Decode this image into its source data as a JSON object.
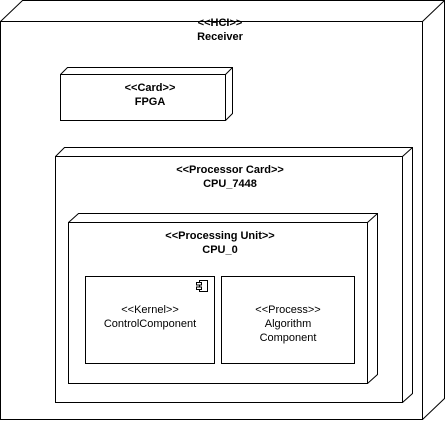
{
  "receiver": {
    "stereotype": "<<HCI>>",
    "name": "Receiver"
  },
  "fpga": {
    "stereotype": "<<Card>>",
    "name": "FPGA"
  },
  "cpu_card": {
    "stereotype": "<<Processor Card>>",
    "name": "CPU_7448"
  },
  "processing_unit": {
    "stereotype": "<<Processing Unit>>",
    "name": "CPU_0"
  },
  "kernel_component": {
    "stereotype": "<<Kernel>>",
    "name": "ControlComponent",
    "icon": "component-icon"
  },
  "process_component": {
    "stereotype": "<<Process>>",
    "name_line1": "Algorithm",
    "name_line2": "Component"
  }
}
